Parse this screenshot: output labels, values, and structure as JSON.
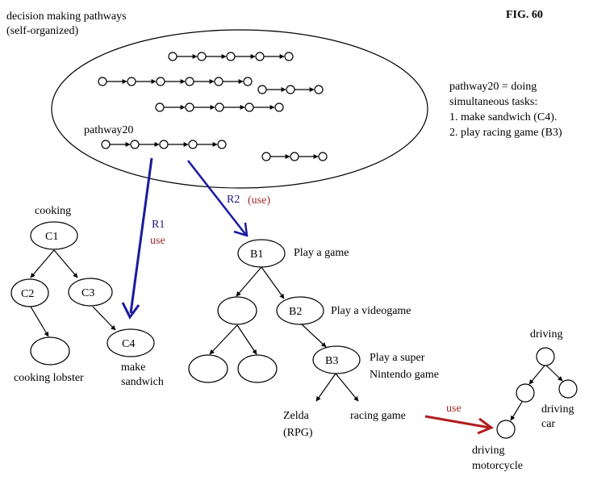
{
  "figure_label": "FIG. 60",
  "pathways_title": [
    "decision making pathways",
    "(self-organized)"
  ],
  "pathway20_label": "pathway20",
  "note_lines": [
    "pathway20 = doing",
    "simultaneous tasks:",
    "1.  make sandwich (C4).",
    "2.  play racing game (B3)"
  ],
  "arrows": {
    "r1_label": "R1",
    "r1_sub": "use",
    "r2_label": "R2",
    "r2_sub": "(use)",
    "use_label": "use"
  },
  "cooking": {
    "title": "cooking",
    "c1": "C1",
    "c2": "C2",
    "c3": "C3",
    "c4": "C4",
    "make_sandwich": [
      "make",
      "sandwich"
    ],
    "lobster": "cooking lobster"
  },
  "game": {
    "b1": "B1",
    "b2": "B2",
    "b3": "B3",
    "play_game": "Play a game",
    "play_video": "Play a videogame",
    "play_snes": [
      "Play a super",
      "Nintendo game"
    ],
    "zelda": [
      "Zelda",
      "(RPG)"
    ],
    "racing": "racing game"
  },
  "driving": {
    "title": "driving",
    "car": [
      "driving",
      "car"
    ],
    "motorcycle": [
      "driving",
      "motorcycle"
    ]
  },
  "colors": {
    "blue": "#1a1aa0",
    "red": "#b01e1e",
    "black": "#000000"
  }
}
